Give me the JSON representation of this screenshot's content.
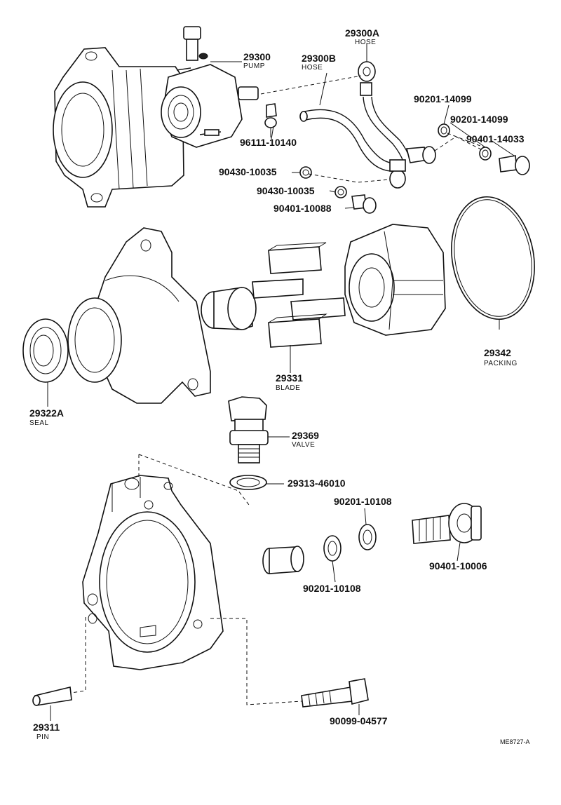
{
  "diagram": {
    "ref_code": "ME8727-A",
    "labels": {
      "pump": {
        "number": "29300",
        "name": "PUMP"
      },
      "hose_a": {
        "number": "29300A",
        "name": "HOSE"
      },
      "hose_b": {
        "number": "29300B",
        "name": "HOSE"
      },
      "gasket_top1": {
        "number": "90201-14099"
      },
      "gasket_top2": {
        "number": "90201-14099"
      },
      "bolt_top": {
        "number": "90401-14033"
      },
      "clamp": {
        "number": "96111-10140"
      },
      "gasket_mid1": {
        "number": "90430-10035"
      },
      "gasket_mid2": {
        "number": "90430-10035"
      },
      "bolt_mid": {
        "number": "90401-10088"
      },
      "packing": {
        "number": "29342",
        "name": "PACKING"
      },
      "blade": {
        "number": "29331",
        "name": "BLADE"
      },
      "seal": {
        "number": "29322A",
        "name": "SEAL"
      },
      "valve": {
        "number": "29369",
        "name": "VALVE"
      },
      "valve_gasket": {
        "number": "29313-46010"
      },
      "gasket_low1": {
        "number": "90201-10108"
      },
      "gasket_low2": {
        "number": "90201-10108"
      },
      "union_bolt": {
        "number": "90401-10006"
      },
      "bolt_low": {
        "number": "90099-04577"
      },
      "pin": {
        "number": "29311",
        "name": "PIN"
      }
    }
  }
}
